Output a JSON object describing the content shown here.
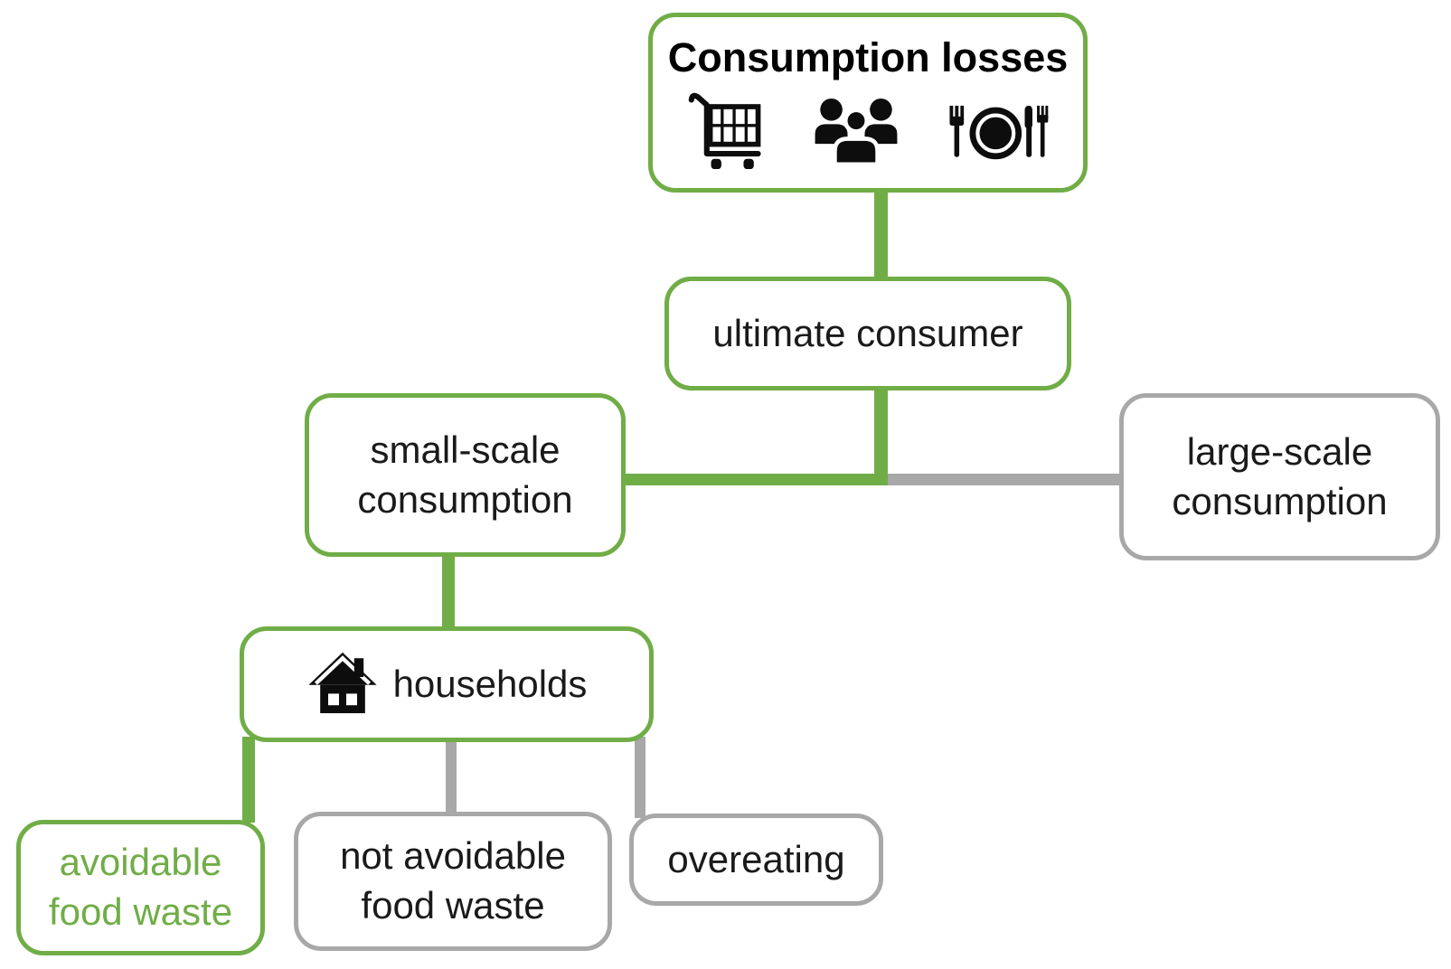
{
  "diagram": {
    "root": {
      "label": "Consumption losses",
      "icons": [
        "shopping-cart-icon",
        "people-group-icon",
        "dining-plate-icon"
      ]
    },
    "nodes": {
      "ultimate_consumer": {
        "label": "ultimate consumer"
      },
      "small_scale": {
        "label": "small-scale\nconsumption"
      },
      "large_scale": {
        "label": "large-scale\nconsumption"
      },
      "households": {
        "label": "households",
        "icon": "house-icon"
      },
      "avoidable": {
        "label": "avoidable\nfood waste"
      },
      "not_avoidable": {
        "label": "not avoidable\nfood waste"
      },
      "overeating": {
        "label": "overeating"
      }
    },
    "colors": {
      "highlight_green": "#70AD47",
      "neutral_gray": "#A8A8A8",
      "text_dark": "#1A1A1A"
    }
  }
}
